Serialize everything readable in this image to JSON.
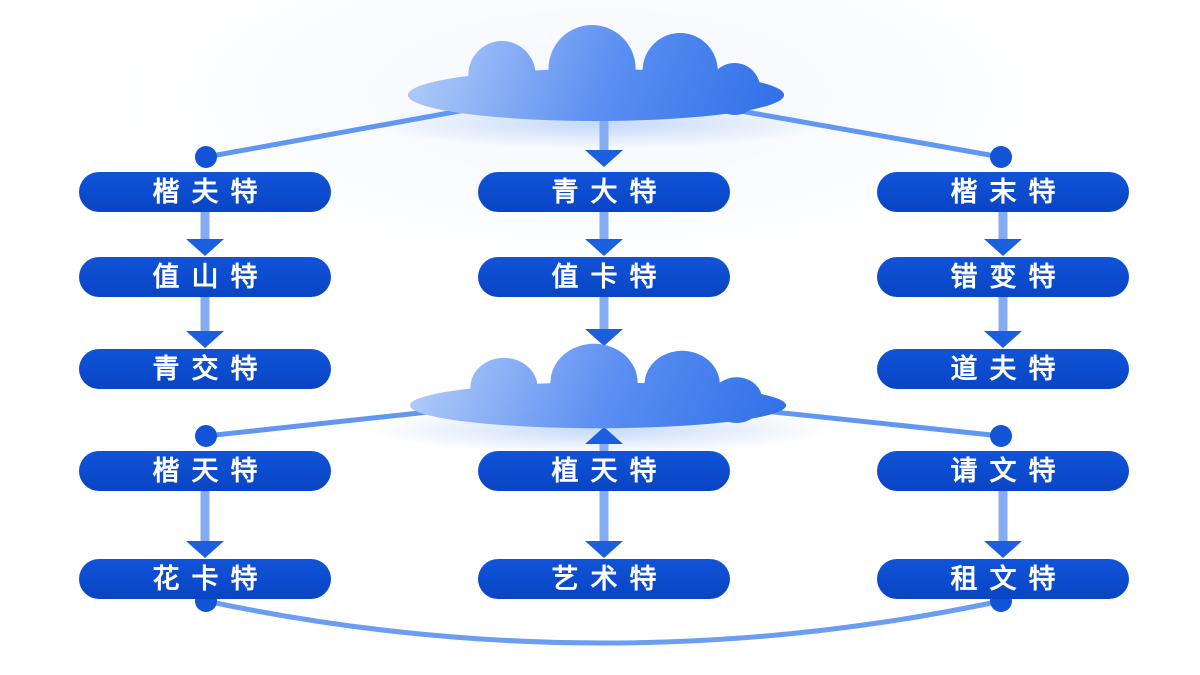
{
  "diagram": {
    "type": "flowchart",
    "clouds": [
      "cloud-top-icon",
      "cloud-middle-icon"
    ],
    "nodes": {
      "left": [
        "楷夫特",
        "值山特",
        "青交特",
        "楷天特",
        "花卡特"
      ],
      "center": [
        "青大特",
        "值卡特",
        "植天特",
        "艺术特"
      ],
      "right": [
        "楷末特",
        "错变特",
        "道夫特",
        "请文特",
        "租文特"
      ]
    },
    "edges": [
      {
        "from": "cloud-top",
        "to": "楷夫特",
        "style": "line-dot"
      },
      {
        "from": "cloud-top",
        "to": "青大特",
        "style": "arrow-down"
      },
      {
        "from": "cloud-top",
        "to": "楷末特",
        "style": "line-dot"
      },
      {
        "from": "楷夫特",
        "to": "值山特",
        "style": "arrow-down"
      },
      {
        "from": "值山特",
        "to": "青交特",
        "style": "arrow-down"
      },
      {
        "from": "青大特",
        "to": "值卡特",
        "style": "arrow-down"
      },
      {
        "from": "值卡特",
        "to": "cloud-middle",
        "style": "arrow-down"
      },
      {
        "from": "楷末特",
        "to": "错变特",
        "style": "arrow-down"
      },
      {
        "from": "错变特",
        "to": "道夫特",
        "style": "arrow-down"
      },
      {
        "from": "cloud-middle",
        "to": "楷天特",
        "style": "line-dot"
      },
      {
        "from": "cloud-middle",
        "to": "请文特",
        "style": "line-dot"
      },
      {
        "from": "植天特",
        "to": "cloud-middle",
        "style": "arrow-up"
      },
      {
        "from": "楷天特",
        "to": "花卡特",
        "style": "arrow-down"
      },
      {
        "from": "植天特",
        "to": "艺术特",
        "style": "arrow-down"
      },
      {
        "from": "请文特",
        "to": "租文特",
        "style": "arrow-down"
      },
      {
        "from": "花卡特",
        "to": "租文特",
        "style": "curve-dot-to-dot"
      }
    ],
    "colors": {
      "node_fill_top": "#1153d8",
      "node_fill_bottom": "#0845c4",
      "node_text": "#ffffff",
      "arrow_shaft": "#85acf2",
      "arrow_head": "#1b5fdf",
      "connector_line": "#6197f0",
      "curve_line": "#6b9df0",
      "dot": "#1254d6",
      "cloud_light": "#b4cdf8",
      "cloud_mid": "#5b8ff2",
      "cloud_dark": "#2b6ce6",
      "cloud_glow": "#bcd3f7",
      "background": "#ffffff"
    }
  }
}
